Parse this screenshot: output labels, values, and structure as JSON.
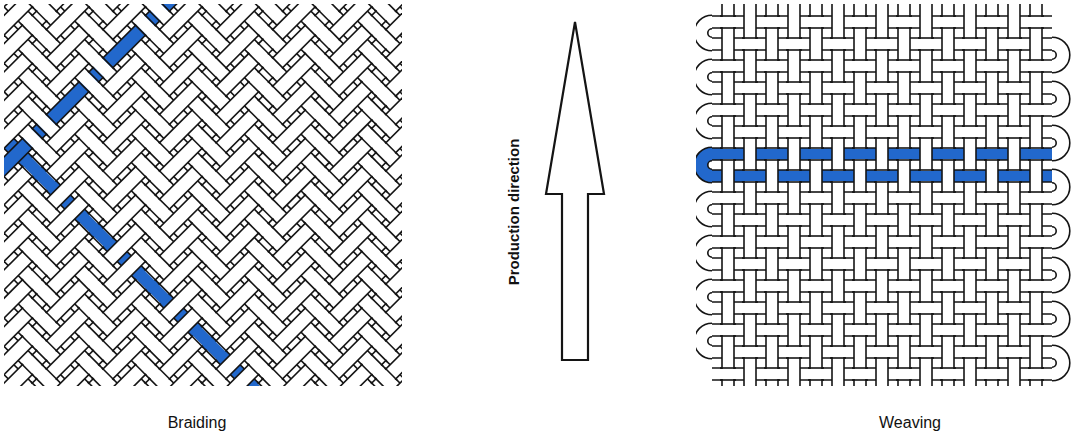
{
  "diagram": {
    "labels": [
      "Braiding",
      "Production direction",
      "Weaving"
    ]
  }
}
